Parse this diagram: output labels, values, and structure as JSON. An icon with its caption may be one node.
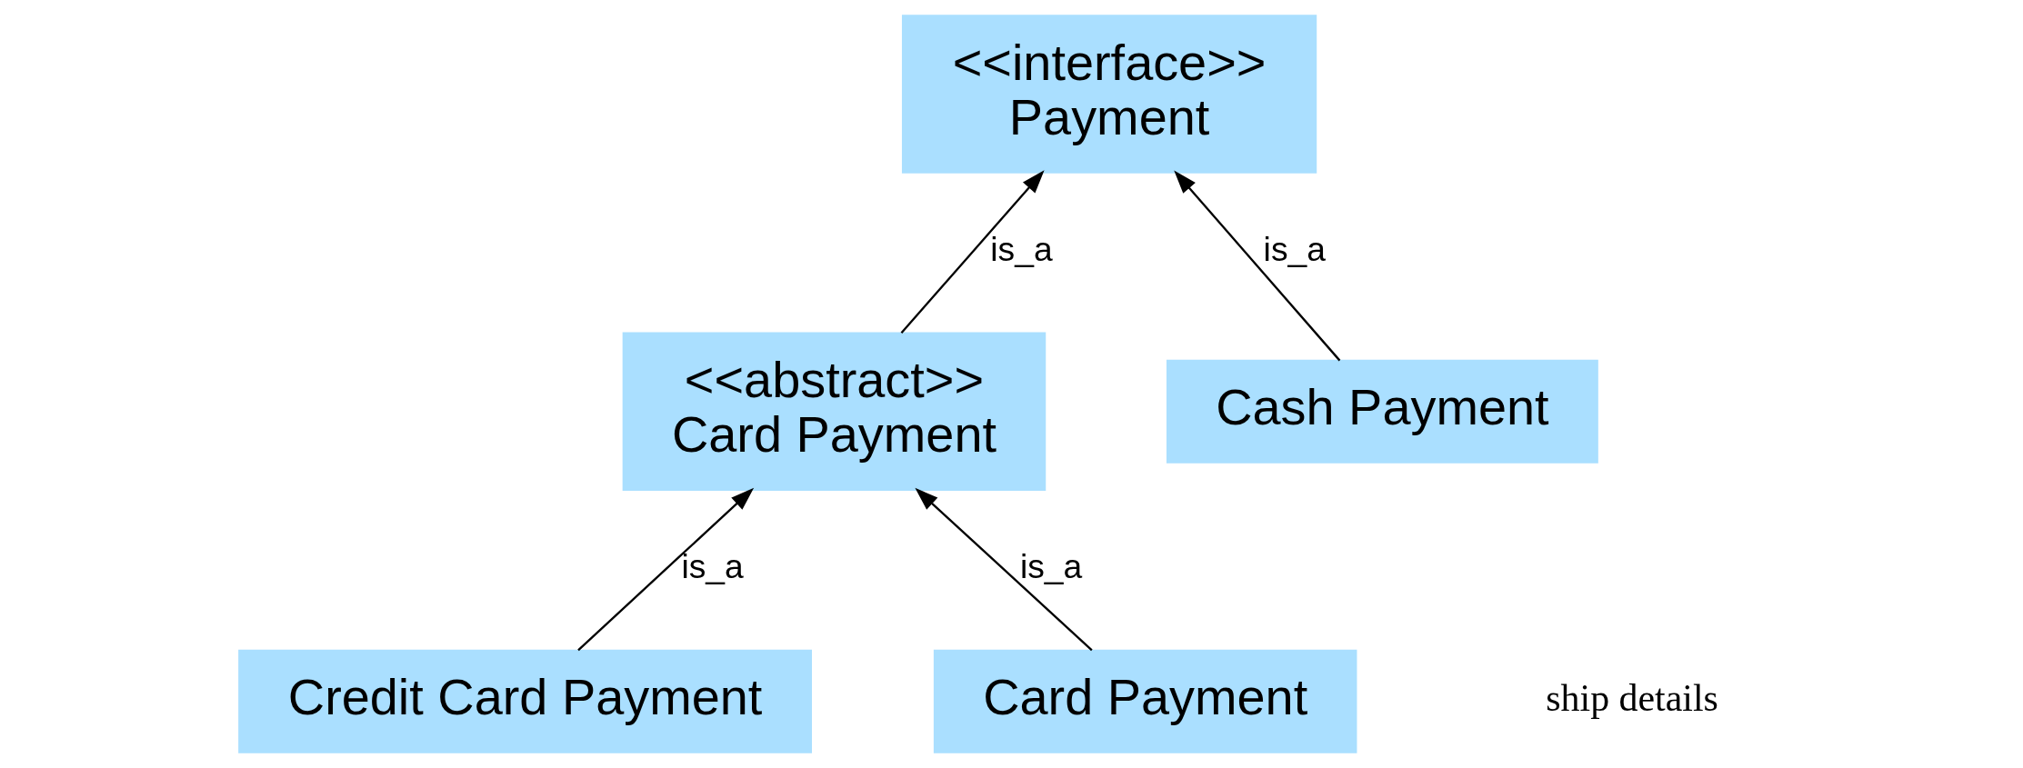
{
  "diagram": {
    "nodes": [
      {
        "text": [
          "<<interface>>",
          "Payment"
        ]
      },
      {
        "text": [
          "<<abstract>>",
          "Card Payment"
        ]
      },
      {
        "text": [
          "Cash Payment"
        ]
      },
      {
        "text": [
          "Credit Card Payment"
        ]
      },
      {
        "text": [
          "Card Payment"
        ]
      }
    ],
    "edges": [
      {
        "from": 1,
        "to": 0,
        "arrow": "to",
        "label": "is_a"
      },
      {
        "from": 2,
        "to": 0,
        "arrow": "to",
        "label": "is_a"
      },
      {
        "from": 4,
        "to": 1,
        "arrow": "to",
        "label": "is_a"
      },
      {
        "from": 3,
        "to": 1,
        "arrow": "to",
        "label": "is_a"
      }
    ],
    "labels": [
      "ship details"
    ]
  }
}
